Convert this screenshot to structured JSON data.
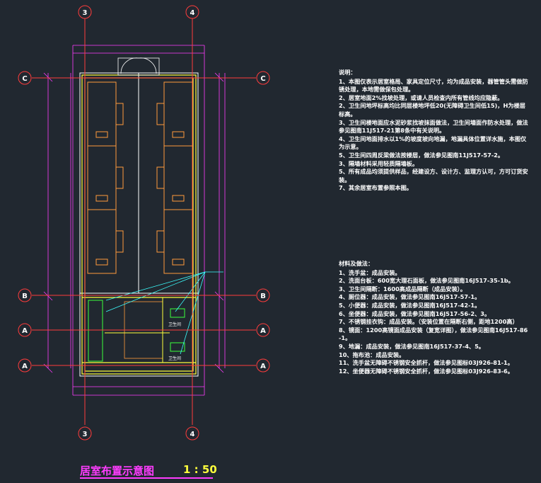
{
  "drawing": {
    "title": "居室布置示意图",
    "scale": "1 : 50",
    "grid_labels": {
      "col_left": "3",
      "col_right": "4",
      "row_c": "C",
      "row_b": "B",
      "row_a_sub": "A",
      "row_a": "A"
    },
    "room_labels": [
      "卫生间",
      "卫生间"
    ],
    "colors": {
      "background": "#212830",
      "axis": "#ff3c3c",
      "wall": "#ffff3c",
      "furniture": "#ff9a3c",
      "dimension": "#ff3cff",
      "plumbing": "#3cffff",
      "fixture": "#3cff3c",
      "text": "#ffffff"
    }
  },
  "notes": {
    "heading": "说明：",
    "lines": [
      "1、本图仅表示居室格局、家具定位尺寸，均为成品安装，器管管头需做防锈处理，本地需做保包处理。",
      "2、居室地面2%找坡处理，或请人员检查内所有管线均应隐蔽。",
      "2、卫生间地坪标高均比同层楼地坪低20(无障碍卫生间低15)，H为楼层标高。",
      "3、卫生间楼地面应水泥砂浆找坡抹面做法，卫生间墙面作防水处理，做法参见图南11J517-21第8条中有关说明。",
      "4、卫生间地面排水以1%的坡度坡向地漏，地漏具体位置详水施，本图仅为示意。",
      "5、卫生间四周反梁做法按楼层，做法参见图南11J517-57-2。",
      "3、隔墙材料采用轻质隔墙板。",
      "5、所有成品均须提供样品，经建设方、设计方、监理方认可，方可订货安装。",
      "7、其余居室布置参照本图。"
    ]
  },
  "materials": {
    "heading": "材料及做法：",
    "lines": [
      "1、洗手盆：成品安装。",
      "2、洗面台板：600宽大理石面板，做法参见图南16J517-35-1b。",
      "3、卫生间隔断：1600高成品隔断（成品安装）。",
      "4、厕位器：成品安装，做法参见图南16J517-57-1。",
      "5、小便器：成品安装，做法参见图南16J517-42-1。",
      "6、坐便器：成品安装，做法参见图南16J517-56-2、3。",
      "7、不锈钢挂衣钩：成品安装。（安装位置在隔断右侧，距地1200高）",
      "8、镜面：1200高镜面成品安装（复宽详图），做法参见图南16J517-86-1。",
      "9、地漏：成品安装，做法参见图南16J517-37-4、5。",
      "10、拖布池：成品安装。",
      "11、洗手盆无障碍不锈钢安全抓杆，做法参见图标03J926-81-1。",
      "12、坐便器无障碍不锈钢安全抓杆，做法参见图标03J926-83-6。"
    ]
  }
}
